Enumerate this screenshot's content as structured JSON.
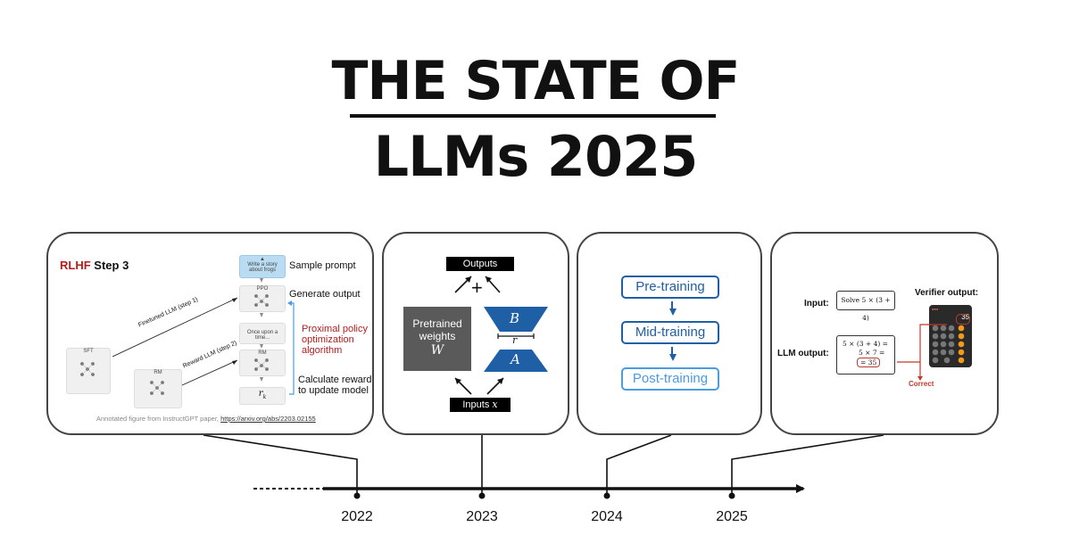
{
  "title": {
    "line1": "THE STATE OF",
    "line2": "LLMs 2025"
  },
  "panel1": {
    "heading_rlhf": "RLHF",
    "heading_rest": " Step 3",
    "sample_prompt": "Sample prompt",
    "generate_output": "Generate output",
    "ppo": [
      "Proximal policy",
      "optimization",
      "algorithm"
    ],
    "calculate_reward": [
      "Calculate reward",
      "to update model"
    ],
    "finetuned_llm": "Finetuned LLM (step 1)",
    "reward_llm": "Reward LLM (step 2)",
    "prompt_box": [
      "Write a story",
      "about frogs"
    ],
    "ppo_label": "PPO",
    "output_box": "Once upon a time...",
    "rm_label": "RM",
    "reward_symbol": "r",
    "reward_subscript": "k",
    "sft_label": "SFT",
    "rm2_label": "RM",
    "caption_text": "Annotated figure from InstructGPT paper, ",
    "caption_link": "https://arxiv.org/abs/2203.02155"
  },
  "panel2": {
    "outputs": "Outputs",
    "plus": "+",
    "pretrained": [
      "Pretrained",
      "weights"
    ],
    "W": "W",
    "B": "B",
    "A": "A",
    "r": "r",
    "inputs": "Inputs",
    "x": "x"
  },
  "panel3": {
    "stages": [
      "Pre-training",
      "Mid-training",
      "Post-training"
    ]
  },
  "panel4": {
    "input_label": "Input:",
    "input_value": "Solve 5 × (3 + 4)",
    "verifier_label": "Verifier output:",
    "calc_display": "35",
    "llm_output_label": "LLM output:",
    "llm_lines": [
      "5 × (3 + 4) =",
      "5 × 7 =",
      "= 35"
    ],
    "correct": "Correct"
  },
  "timeline": {
    "years": [
      "2022",
      "2023",
      "2024",
      "2025"
    ]
  },
  "colors": {
    "accent_red": "#b51c1c",
    "blue": "#1e5fa6",
    "light_blue": "#4a9be0",
    "grey": "#555555",
    "orange": "#f39a1e"
  }
}
